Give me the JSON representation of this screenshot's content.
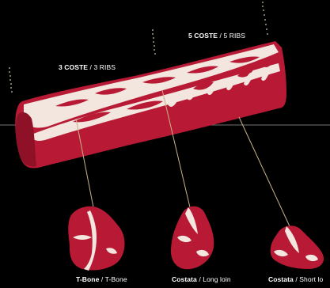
{
  "colors": {
    "background": "#000000",
    "meat_red": "#b81a35",
    "meat_dark": "#8e1128",
    "fat_cream": "#f2e6df",
    "pointer_line": "#c9b28a",
    "divider": "#9a9a9a",
    "text": "#ffffff"
  },
  "labels": {
    "ribs_3": {
      "bold": "3 COSTE",
      "sep": " / ",
      "sub": "3 RIBS"
    },
    "ribs_5": {
      "bold": "5 COSTE",
      "sep": " / ",
      "sub": "5 RIBS"
    }
  },
  "cuts": [
    {
      "name": "T-Bone",
      "sep": " / ",
      "sub": "T-Bone",
      "icon": "t-bone-steak-icon"
    },
    {
      "name": "Costata",
      "sep": " / ",
      "sub": "Long loin",
      "icon": "long-loin-steak-icon"
    },
    {
      "name": "Costata",
      "sep": " / ",
      "sub": "Short lo",
      "icon": "short-loin-steak-icon"
    }
  ]
}
